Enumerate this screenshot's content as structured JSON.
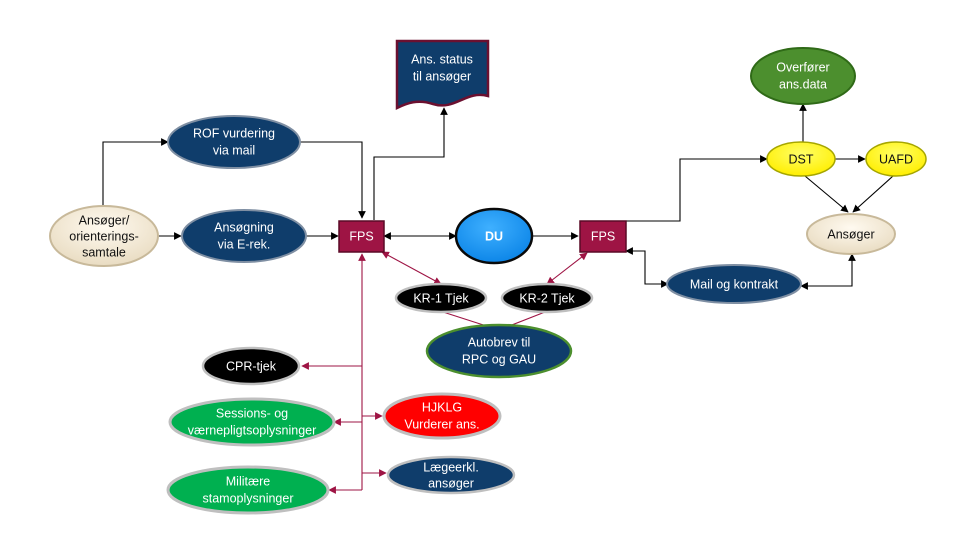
{
  "nodes": {
    "applicant_start": [
      "Ansøger/",
      "orienterings-",
      "samtale"
    ],
    "rof": [
      "ROF vurdering",
      "via mail"
    ],
    "application": [
      "Ansøgning",
      "via E-rek."
    ],
    "fps1": [
      "FPS"
    ],
    "status": [
      "Ans. status",
      "til ansøger"
    ],
    "du": [
      "DU"
    ],
    "fps2": [
      "FPS"
    ],
    "kr1": [
      "KR-1 Tjek"
    ],
    "kr2": [
      "KR-2 Tjek"
    ],
    "autobrev": [
      "Autobrev til",
      "RPC og GAU"
    ],
    "cpr": [
      "CPR-tjek"
    ],
    "sessions": [
      "Sessions- og",
      "værnepligtsoplysninger"
    ],
    "hjklg": [
      "HJKLG",
      "Vurderer ans."
    ],
    "military": [
      "Militære",
      "stamoplysninger"
    ],
    "medical": [
      "Lægeerkl.",
      "ansøger"
    ],
    "overforer": [
      "Overfører",
      "ans.data"
    ],
    "dst": [
      "DST"
    ],
    "uafd": [
      "UAFD"
    ],
    "applicant_end": [
      "Ansøger"
    ],
    "mail": [
      "Mail og kontrakt"
    ]
  },
  "colors": {
    "navy": "#0f3d6b",
    "navy_border": "#7f8fa3",
    "fps_fill": "#9e1444",
    "fps_border": "#5a0a26",
    "du_fill": "#1f9bff",
    "black_node": "#000000",
    "green_node": "#00b050",
    "green_border": "#bfbfbf",
    "dark_green": "#4c8f2e",
    "yellow": "#ffff00",
    "red_node": "#ff0000",
    "beige": "#f3ead8",
    "arrow_black": "#000000",
    "arrow_maroon": "#9e1444"
  }
}
